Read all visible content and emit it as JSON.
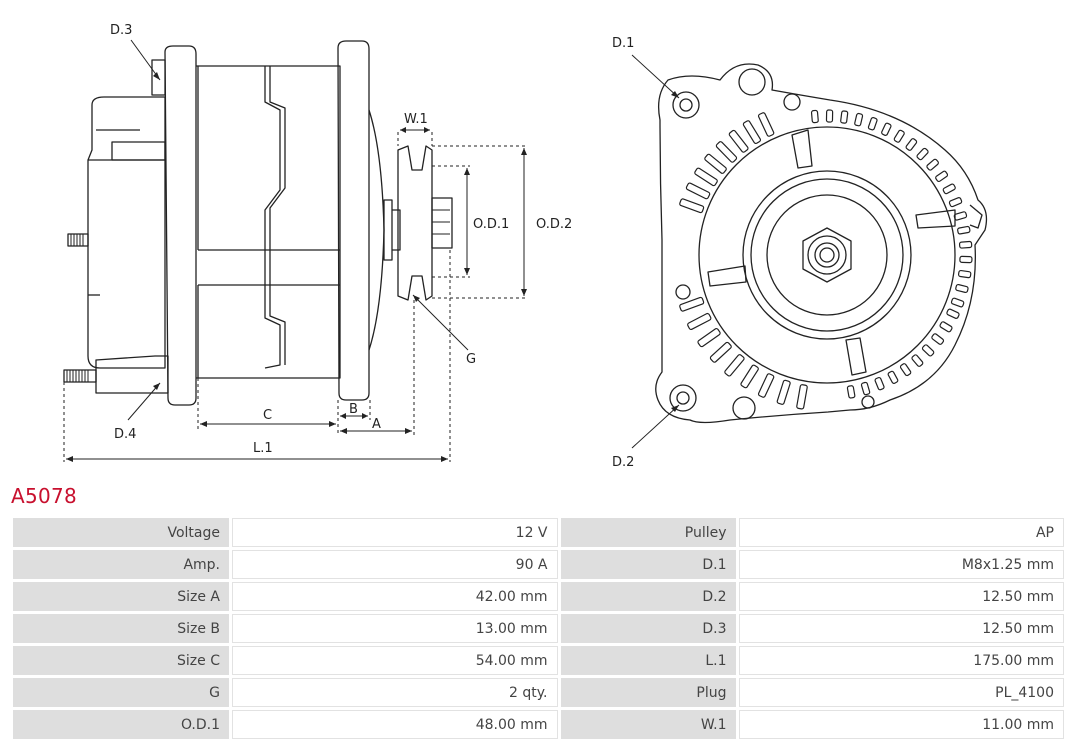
{
  "product": {
    "code": "A5078"
  },
  "drawing": {
    "labels": {
      "d3": "D.3",
      "d4": "D.4",
      "d1": "D.1",
      "d2": "D.2",
      "w1": "W.1",
      "od1": "O.D.1",
      "od2": "O.D.2",
      "g": "G",
      "c": "C",
      "b": "B",
      "a": "A",
      "l1": "L.1"
    }
  },
  "specs": [
    {
      "left_label": "Voltage",
      "left_value": "12 V",
      "right_label": "Pulley",
      "right_value": "AP"
    },
    {
      "left_label": "Amp.",
      "left_value": "90 A",
      "right_label": "D.1",
      "right_value": "M8x1.25 mm"
    },
    {
      "left_label": "Size A",
      "left_value": "42.00 mm",
      "right_label": "D.2",
      "right_value": "12.50 mm"
    },
    {
      "left_label": "Size B",
      "left_value": "13.00 mm",
      "right_label": "D.3",
      "right_value": "12.50 mm"
    },
    {
      "left_label": "Size C",
      "left_value": "54.00 mm",
      "right_label": "L.1",
      "right_value": "175.00 mm"
    },
    {
      "left_label": "G",
      "left_value": "2 qty.",
      "right_label": "Plug",
      "right_value": "PL_4100"
    },
    {
      "left_label": "O.D.1",
      "left_value": "48.00 mm",
      "right_label": "W.1",
      "right_value": "11.00 mm"
    }
  ]
}
